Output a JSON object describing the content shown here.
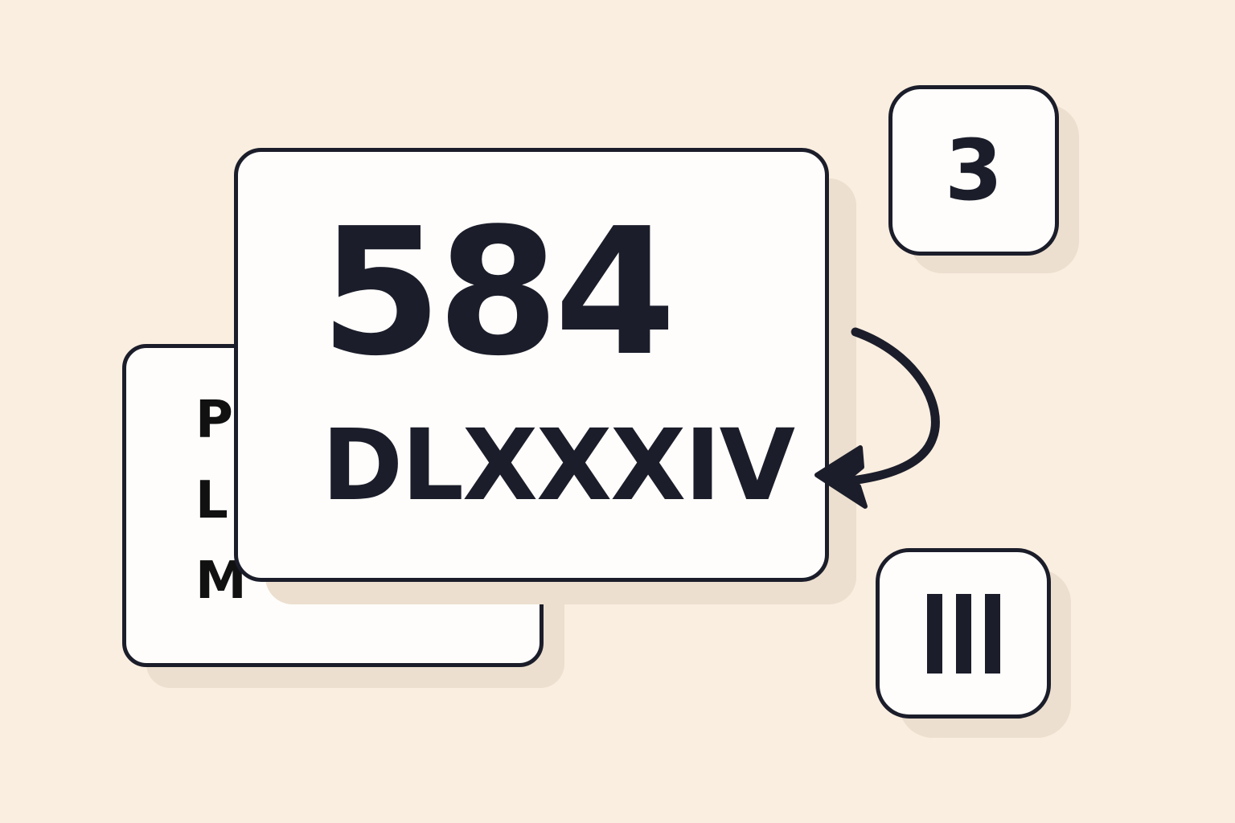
{
  "scene": {
    "background_color": "#faeee0",
    "card_fill": "#fefdfb",
    "ink_color": "#1b1d2a",
    "shadow_color": "#ecdfcf"
  },
  "back_card": {
    "letters": [
      "P",
      "L",
      "M"
    ]
  },
  "main_card": {
    "arabic_numeral": "584",
    "roman_numeral": "DLXXXIV"
  },
  "small_card_top": {
    "arabic_numeral": "3"
  },
  "small_card_bottom": {
    "roman_numeral": "III"
  },
  "arrow": {
    "icon": "curved-arrow-left-icon",
    "direction": "points back to main card roman numeral"
  }
}
